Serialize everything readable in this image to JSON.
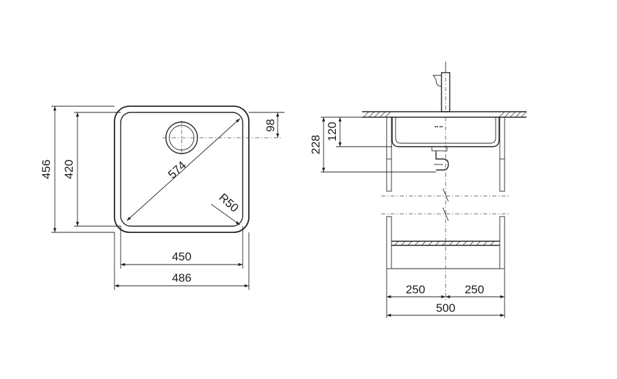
{
  "top_view": {
    "dims": {
      "overall_height": "456",
      "inner_height": "420",
      "drain_offset": "98",
      "diagonal": "574",
      "radius": "R50",
      "inner_width": "450",
      "overall_width": "486"
    }
  },
  "side_view": {
    "dims": {
      "depth_total": "228",
      "depth_bowl": "120",
      "half_left": "250",
      "half_right": "250",
      "cabinet_width": "500"
    }
  },
  "colors": {
    "line": "#222222",
    "background": "#ffffff"
  }
}
